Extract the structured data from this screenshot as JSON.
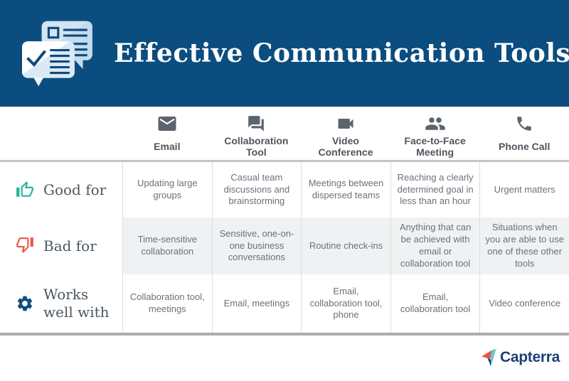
{
  "header": {
    "title": "Effective Communication Tools"
  },
  "columns": [
    {
      "label": "Email",
      "icon": "email-icon"
    },
    {
      "label": "Collaboration Tool",
      "icon": "chat-bubbles-icon"
    },
    {
      "label": "Video Conference",
      "icon": "video-camera-icon"
    },
    {
      "label": "Face-to-Face Meeting",
      "icon": "people-icon"
    },
    {
      "label": "Phone Call",
      "icon": "phone-icon"
    }
  ],
  "rows": [
    {
      "label": "Good for",
      "icon": "thumbs-up-icon",
      "cells": [
        "Updating large groups",
        "Casual team discussions and brainstorming",
        "Meetings between dispersed teams",
        "Reaching a clearly determined goal in less than an hour",
        "Urgent matters"
      ]
    },
    {
      "label": "Bad for",
      "icon": "thumbs-down-icon",
      "cells": [
        "Time-sensitive collaboration",
        "Sensitive, one-on-one business conversations",
        "Routine check-ins",
        "Anything that can be achieved with email or collaboration tool",
        "Situations when you are able to use one of these other tools"
      ]
    },
    {
      "label": "Works well with",
      "icon": "gear-icon",
      "cells": [
        "Collaboration tool, meetings",
        "Email, meetings",
        "Email, collaboration tool, phone",
        "Email, collaboration tool",
        "Video conference"
      ]
    }
  ],
  "footer": {
    "brand": "Capterra"
  },
  "colors": {
    "banner_bg": "#0b4d7f",
    "good_accent": "#2ab499",
    "bad_accent": "#ed5a48",
    "gear_accent": "#0e4f81",
    "shaded_row_bg": "#f0f1f2",
    "header_icon_gray": "#5d646b",
    "capterra_navy": "#1c4077",
    "capterra_orange": "#e8563f",
    "capterra_teal": "#68c5d8"
  },
  "chart_data": {
    "type": "table",
    "title": "Effective Communication Tools",
    "columns": [
      "Email",
      "Collaboration Tool",
      "Video Conference",
      "Face-to-Face Meeting",
      "Phone Call"
    ],
    "row_labels": [
      "Good for",
      "Bad for",
      "Works well with"
    ],
    "cells": [
      [
        "Updating large groups",
        "Casual team discussions and brainstorming",
        "Meetings between dispersed teams",
        "Reaching a clearly determined goal in less than an hour",
        "Urgent matters"
      ],
      [
        "Time-sensitive collaboration",
        "Sensitive, one-on-one business conversations",
        "Routine check-ins",
        "Anything that can be achieved with email or collaboration tool",
        "Situations when you are able to use one of these other tools"
      ],
      [
        "Collaboration tool, meetings",
        "Email, meetings",
        "Email, collaboration tool, phone",
        "Email, collaboration tool",
        "Video conference"
      ]
    ]
  }
}
